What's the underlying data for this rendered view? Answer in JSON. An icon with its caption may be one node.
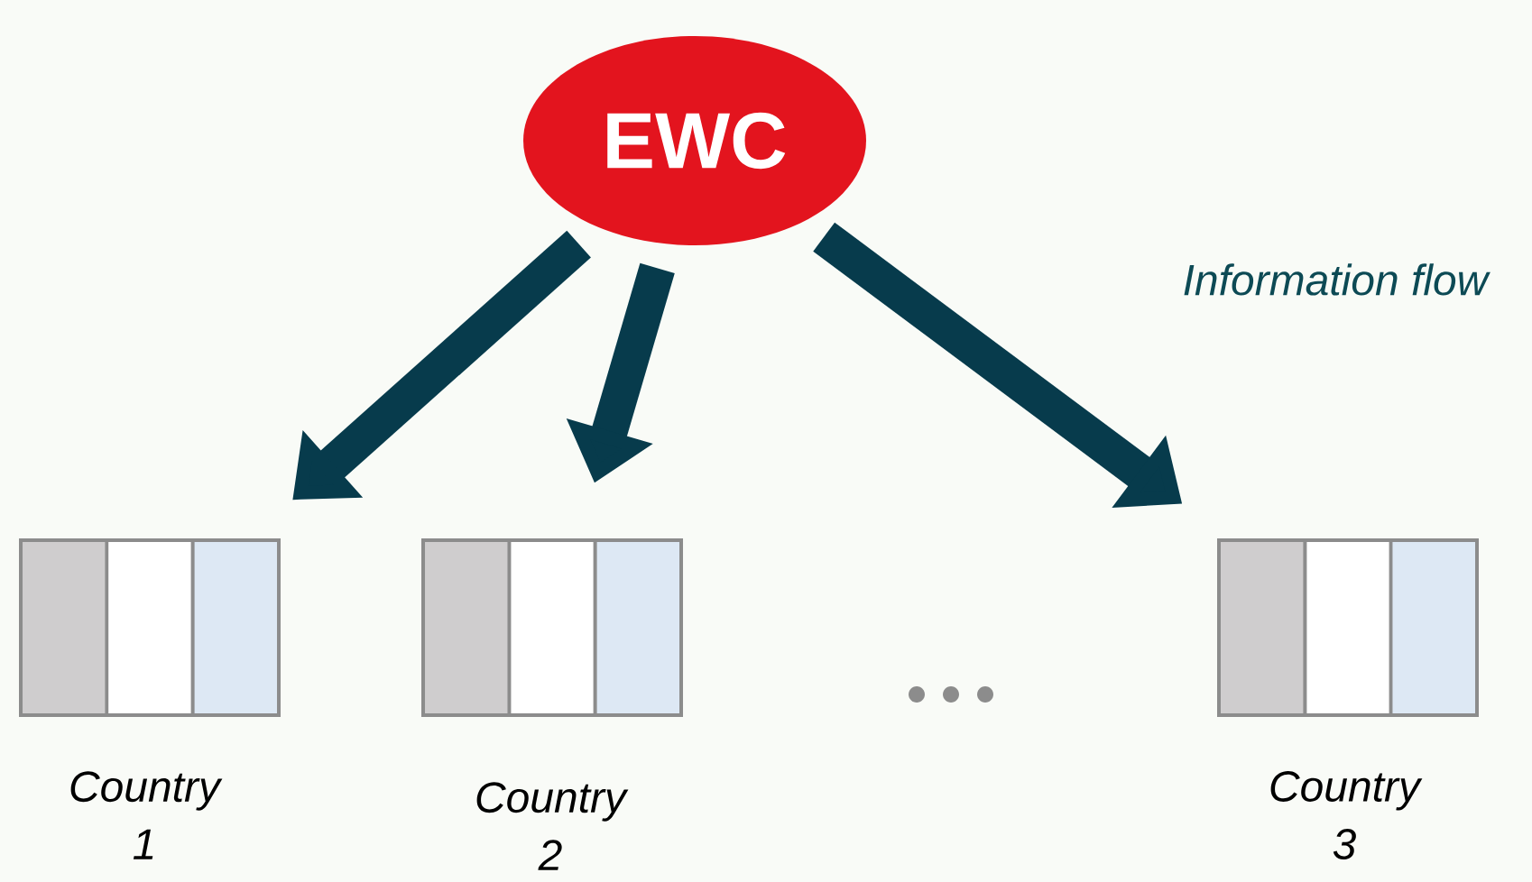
{
  "diagram": {
    "nodes": [
      {
        "text": [
          "EWC"
        ]
      },
      {
        "text": [],
        "shape": "box",
        "beside": [
          "Country 1"
        ]
      },
      {
        "text": [],
        "shape": "box",
        "beside": [
          "Country 2"
        ]
      },
      {
        "text": [],
        "shape": "box",
        "beside": [
          "Country 3"
        ]
      }
    ],
    "edges": [
      {
        "from": 0,
        "to": 1,
        "arrow": "to"
      },
      {
        "from": 0,
        "to": 2,
        "arrow": "to"
      },
      {
        "from": 0,
        "to": 3,
        "arrow": "to",
        "label": "Information flow"
      }
    ]
  }
}
